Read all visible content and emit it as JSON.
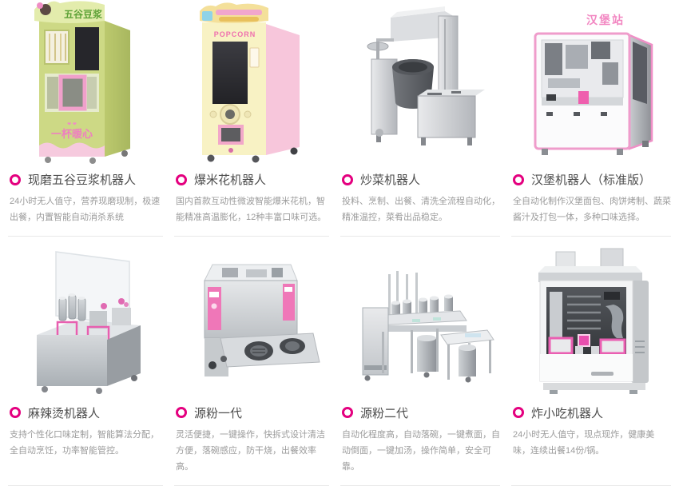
{
  "page": {
    "background": "#ffffff",
    "accent": "#e4007f"
  },
  "products": [
    {
      "title": "现磨五谷豆浆机器人",
      "description": "24小时无人值守，营养现磨现制，极速出餐，内置智能自动消杀系统",
      "image": {
        "name": "soymilk-robot",
        "sign_text": "五谷豆浆",
        "front_text": "一杯暖心"
      }
    },
    {
      "title": "爆米花机器人",
      "description": "国内首款互动性微波智能爆米花机，智能精准高温膨化，12种丰富口味可选。",
      "image": {
        "name": "popcorn-robot",
        "brand_text": "POPCORN"
      }
    },
    {
      "title": "炒菜机器人",
      "description": "投料、烹制、出餐、清洗全流程自动化，精准温控，菜肴出品稳定。",
      "image": {
        "name": "stir-fry-robot"
      }
    },
    {
      "title": "汉堡机器人（标准版）",
      "description": "全自动化制作汉堡面包、肉饼烤制、蔬菜酱汁及打包一体，多种口味选择。",
      "image": {
        "name": "burger-robot",
        "sign_text": "汉堡站"
      }
    },
    {
      "title": "麻辣烫机器人",
      "description": "支持个性化口味定制，智能算法分配，全自动烹饪，功率智能管控。",
      "image": {
        "name": "malatang-robot"
      }
    },
    {
      "title": "源粉一代",
      "description": "灵活便捷，一键操作，快拆式设计清洁方便，落碗感应，防干烧，出餐效率高。",
      "image": {
        "name": "noodle-robot-gen1"
      }
    },
    {
      "title": "源粉二代",
      "description": "自动化程度高，自动落碗，一键煮面，自动倒面，一键加汤，操作简单，安全可靠。",
      "image": {
        "name": "noodle-robot-gen2"
      }
    },
    {
      "title": "炸小吃机器人",
      "description": "24小时无人值守，现点现炸，健康美味，连续出餐14份/锅。",
      "image": {
        "name": "fried-snack-robot"
      }
    }
  ]
}
